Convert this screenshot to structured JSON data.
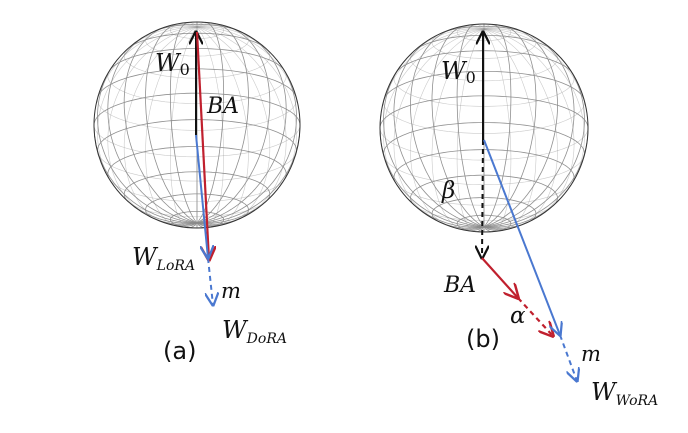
{
  "panel_a": {
    "label": "(a)",
    "w0_base": "W",
    "w0_sub": "0",
    "ba": "BA",
    "wlora_base": "W",
    "wlora_sub": "LoRA",
    "m": "m",
    "wdora_base": "W",
    "wdora_sub": "DoRA"
  },
  "panel_b": {
    "label": "(b)",
    "w0_base": "W",
    "w0_sub": "0",
    "beta": "β",
    "ba": "BA",
    "alpha": "α",
    "m": "m",
    "wwora_base": "W",
    "wwora_sub": "WoRA"
  },
  "colors": {
    "red": "#c0202e",
    "blue": "#4a78d0",
    "black": "#111111",
    "grid": "#8a8a8a"
  }
}
